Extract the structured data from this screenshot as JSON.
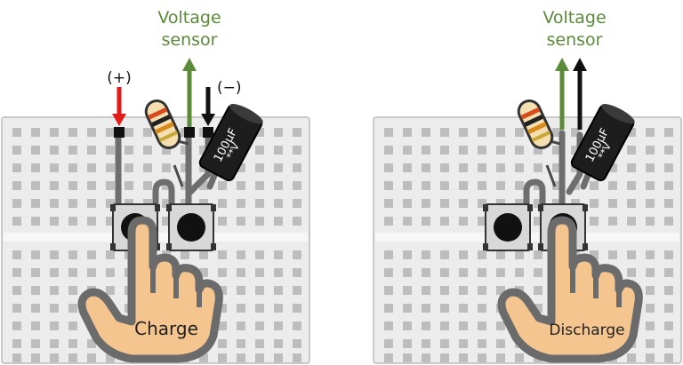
{
  "panels": [
    {
      "id": "charge",
      "sensor_label_line1": "Voltage",
      "sensor_label_line2": "sensor",
      "plus_label": "(+)",
      "minus_label": "(−)",
      "capacitor_value": "100µF",
      "capacitor_voltage": "**V",
      "hand_label": "Charge"
    },
    {
      "id": "discharge",
      "sensor_label_line1": "Voltage",
      "sensor_label_line2": "sensor",
      "capacitor_value": "100µF",
      "capacitor_voltage": "**V",
      "hand_label": "Discharge"
    }
  ],
  "colors": {
    "sensor_label": "#5b8a3a",
    "green_arrow": "#5b8a3a",
    "red_arrow": "#e41b1b",
    "black_arrow": "#111111",
    "breadboard_fill": "#ececec",
    "breadboard_hole": "#bdbdbd",
    "hand_fill": "#f4c58f",
    "hand_outline": "#6b6b6b",
    "capacitor_body": "#1d1d1d",
    "resistor_body": "#f3dfb0"
  }
}
